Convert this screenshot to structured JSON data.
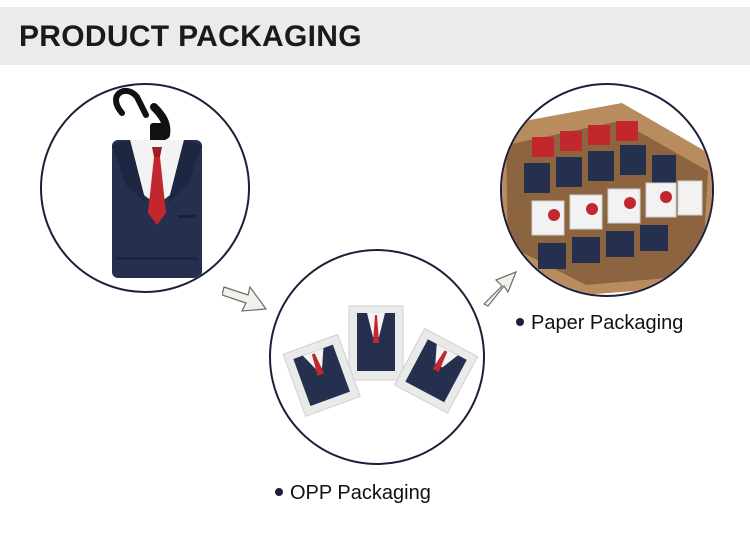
{
  "header": {
    "title": "PRODUCT PACKAGING"
  },
  "steps": [
    {
      "name": "single-product",
      "label": ""
    },
    {
      "name": "opp",
      "label": "OPP Packaging"
    },
    {
      "name": "paper",
      "label": "Paper Packaging"
    }
  ],
  "colors": {
    "suit_navy": "#25304f",
    "tie_red": "#c2272d",
    "circle_border": "#1e1e3a",
    "header_bg": "#ebebeb",
    "box_kraft": "#b98c5f"
  },
  "icons": [
    "arrow-right-down-icon",
    "arrow-right-up-icon",
    "bullet-dot-icon"
  ]
}
